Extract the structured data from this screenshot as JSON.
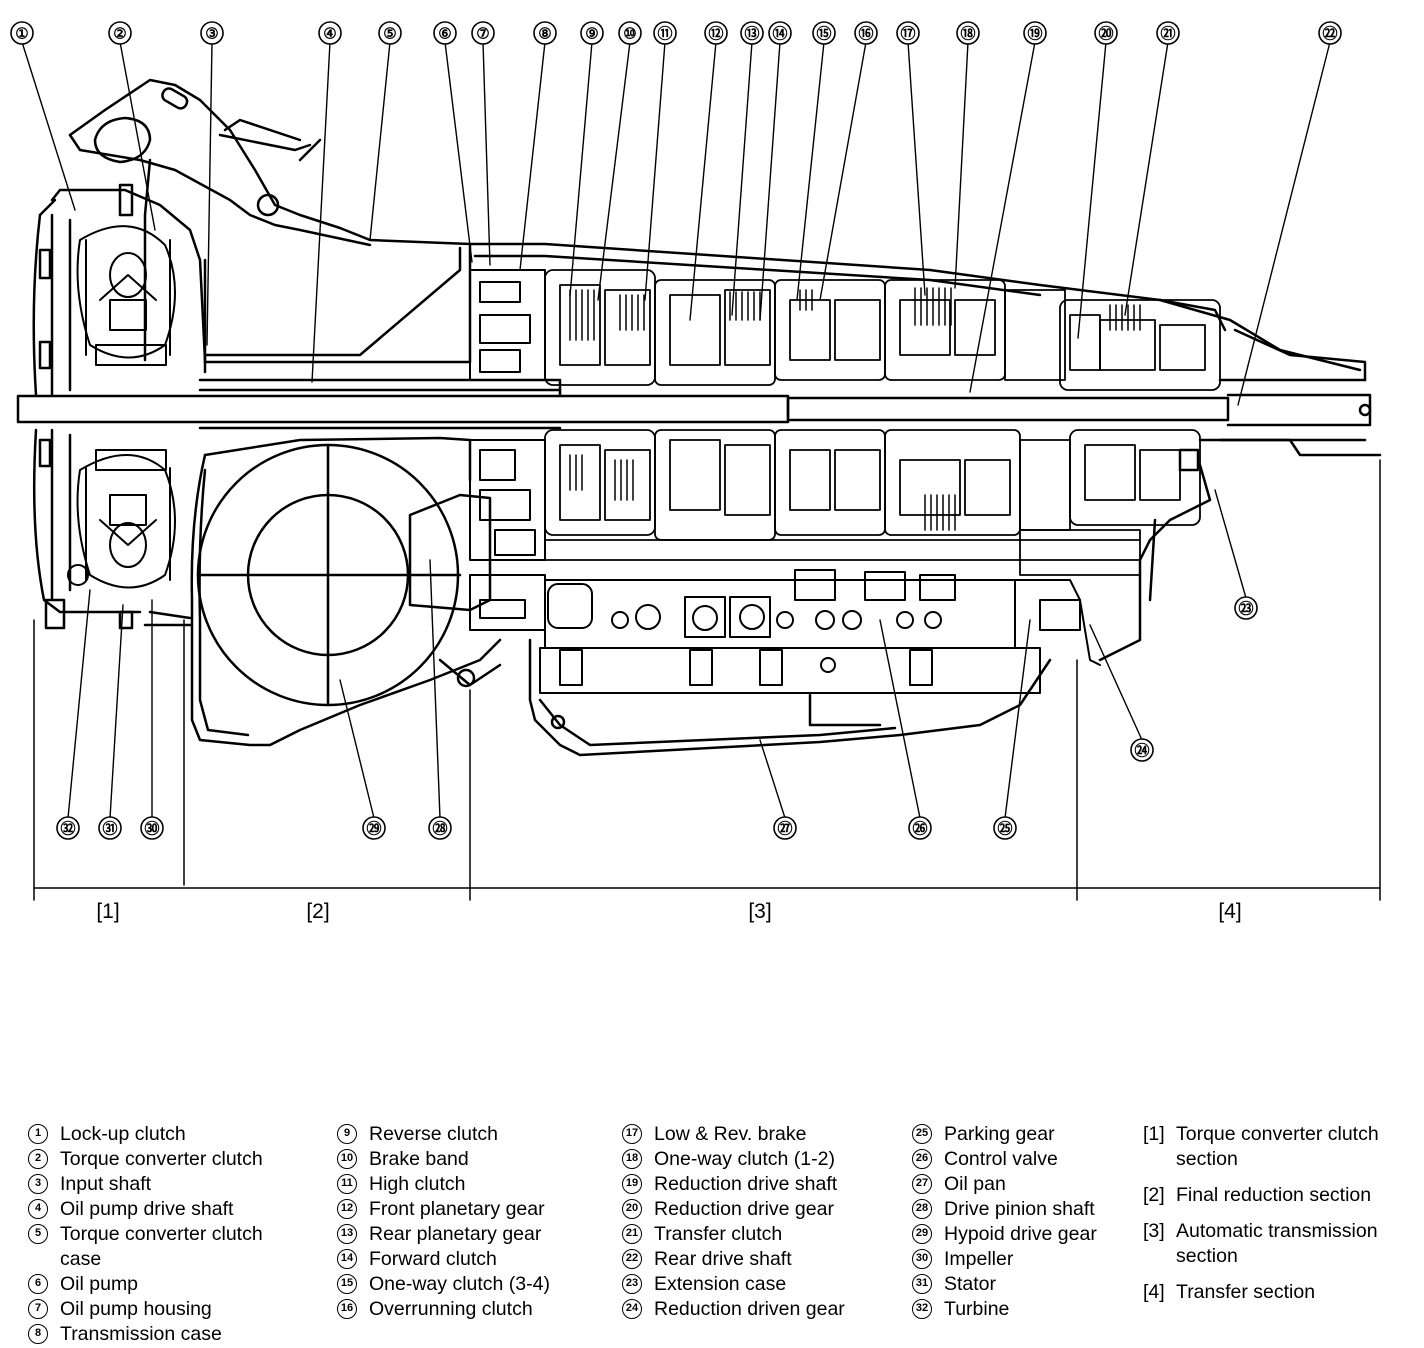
{
  "callouts": [
    {
      "id": 1,
      "label": "①"
    },
    {
      "id": 2,
      "label": "②"
    },
    {
      "id": 3,
      "label": "③"
    },
    {
      "id": 4,
      "label": "④"
    },
    {
      "id": 5,
      "label": "⑤"
    },
    {
      "id": 6,
      "label": "⑥"
    },
    {
      "id": 7,
      "label": "⑦"
    },
    {
      "id": 8,
      "label": "⑧"
    },
    {
      "id": 9,
      "label": "⑨"
    },
    {
      "id": 10,
      "label": "⑩"
    },
    {
      "id": 11,
      "label": "⑪"
    },
    {
      "id": 12,
      "label": "⑫"
    },
    {
      "id": 13,
      "label": "⑬"
    },
    {
      "id": 14,
      "label": "⑭"
    },
    {
      "id": 15,
      "label": "⑮"
    },
    {
      "id": 16,
      "label": "⑯"
    },
    {
      "id": 17,
      "label": "⑰"
    },
    {
      "id": 18,
      "label": "⑱"
    },
    {
      "id": 19,
      "label": "⑲"
    },
    {
      "id": 20,
      "label": "⑳"
    },
    {
      "id": 21,
      "label": "㉑"
    },
    {
      "id": 22,
      "label": "㉒"
    },
    {
      "id": 23,
      "label": "㉓"
    },
    {
      "id": 24,
      "label": "㉔"
    },
    {
      "id": 25,
      "label": "㉕"
    },
    {
      "id": 26,
      "label": "㉖"
    },
    {
      "id": 27,
      "label": "㉗"
    },
    {
      "id": 28,
      "label": "㉘"
    },
    {
      "id": 29,
      "label": "㉙"
    },
    {
      "id": 30,
      "label": "㉚"
    },
    {
      "id": 31,
      "label": "㉛"
    },
    {
      "id": 32,
      "label": "㉜"
    }
  ],
  "sections": [
    {
      "key": "[1]",
      "name": "Torque converter clutch section"
    },
    {
      "key": "[2]",
      "name": "Final reduction section"
    },
    {
      "key": "[3]",
      "name": "Automatic transmission section"
    },
    {
      "key": "[4]",
      "name": "Transfer section"
    }
  ],
  "legend": [
    [
      {
        "num": "1",
        "text": "Lock-up clutch"
      },
      {
        "num": "2",
        "text": "Torque converter clutch"
      },
      {
        "num": "3",
        "text": "Input shaft"
      },
      {
        "num": "4",
        "text": "Oil pump drive shaft"
      },
      {
        "num": "5",
        "text": "Torque converter clutch",
        "cont": "case"
      },
      {
        "num": "6",
        "text": "Oil pump"
      },
      {
        "num": "7",
        "text": "Oil pump housing"
      },
      {
        "num": "8",
        "text": "Transmission case"
      }
    ],
    [
      {
        "num": "9",
        "text": "Reverse clutch"
      },
      {
        "num": "10",
        "text": "Brake band"
      },
      {
        "num": "11",
        "text": "High clutch"
      },
      {
        "num": "12",
        "text": "Front planetary gear"
      },
      {
        "num": "13",
        "text": "Rear planetary gear"
      },
      {
        "num": "14",
        "text": "Forward clutch"
      },
      {
        "num": "15",
        "text": "One-way clutch (3-4)"
      },
      {
        "num": "16",
        "text": "Overrunning clutch"
      }
    ],
    [
      {
        "num": "17",
        "text": "Low & Rev. brake"
      },
      {
        "num": "18",
        "text": "One-way clutch (1-2)"
      },
      {
        "num": "19",
        "text": "Reduction drive shaft"
      },
      {
        "num": "20",
        "text": "Reduction drive gear"
      },
      {
        "num": "21",
        "text": "Transfer clutch"
      },
      {
        "num": "22",
        "text": "Rear drive shaft"
      },
      {
        "num": "23",
        "text": "Extension case"
      },
      {
        "num": "24",
        "text": "Reduction driven gear"
      }
    ],
    [
      {
        "num": "25",
        "text": "Parking gear"
      },
      {
        "num": "26",
        "text": "Control valve"
      },
      {
        "num": "27",
        "text": "Oil pan"
      },
      {
        "num": "28",
        "text": "Drive pinion shaft"
      },
      {
        "num": "29",
        "text": "Hypoid drive gear"
      },
      {
        "num": "30",
        "text": "Impeller"
      },
      {
        "num": "31",
        "text": "Stator"
      },
      {
        "num": "32",
        "text": "Turbine"
      }
    ]
  ]
}
